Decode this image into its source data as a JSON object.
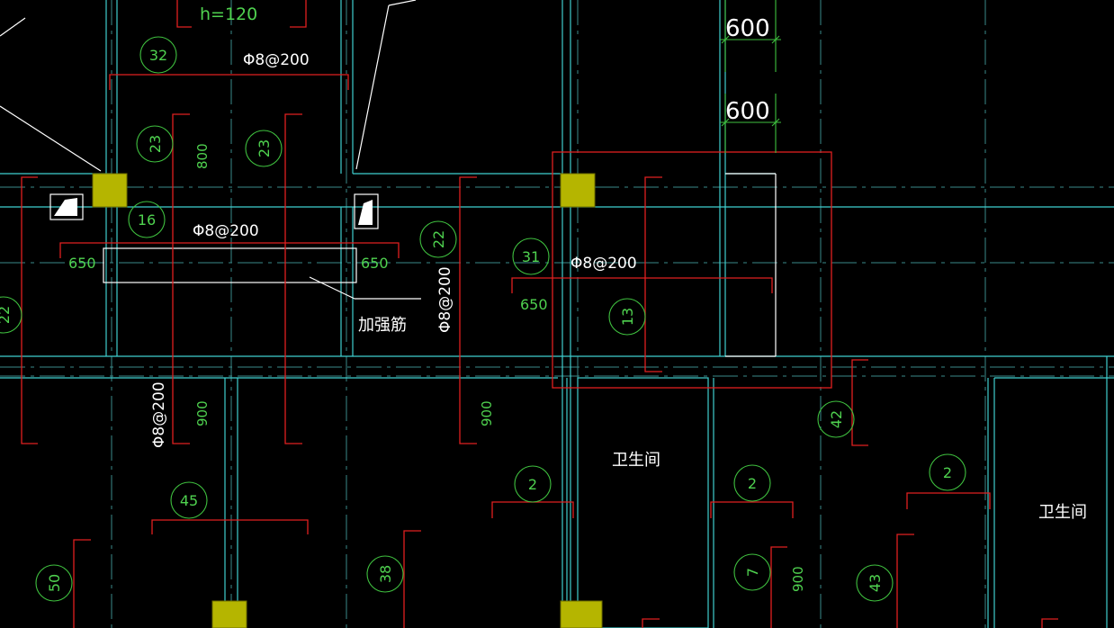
{
  "drawing": {
    "colors": {
      "background": "#000000",
      "wall": "#3fcfcf",
      "grid": "#3a8a8a",
      "rebar": "#e02020",
      "label": "#4fd24f",
      "note": "#ffffff",
      "column": "#b5b500",
      "dimension": "#3fc03f"
    },
    "slab_thickness": "h=120",
    "rebar_spec_1": "Φ8@200",
    "rebar_spec_2": "Φ8@200",
    "rebar_spec_3": "Φ8@200",
    "rebar_spec_vert_1": "Φ8@200",
    "rebar_spec_vert_2": "Φ8@200",
    "reinforcement_note": "加强筋",
    "room_label_1": "卫生间",
    "room_label_2": "卫生间",
    "dimensions": {
      "d600_top": "600",
      "d600_mid": "600"
    },
    "rebar_lengths": {
      "l800": "800",
      "l650_left": "650",
      "l650_right": "650",
      "l650_center": "650",
      "l900_a": "900",
      "l900_b": "900",
      "l900_c": "900"
    },
    "rebar_marks": {
      "m32": "32",
      "m23a": "23",
      "m23b": "23",
      "m16": "16",
      "m22a": "22",
      "m22b": "22",
      "m31": "31",
      "m13": "13",
      "m42": "42",
      "m2a": "2",
      "m2b": "2",
      "m2c": "2",
      "m45": "45",
      "m50": "50",
      "m38": "38",
      "m7": "7",
      "m43": "43"
    }
  }
}
